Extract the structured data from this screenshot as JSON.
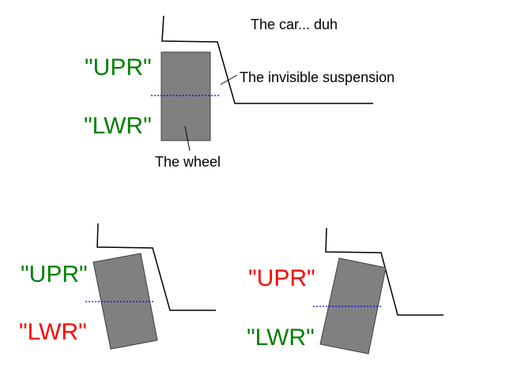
{
  "colors": {
    "ok": "#008000",
    "bad": "#ff0000",
    "wheel_fill": "#808080",
    "wheel_stroke": "#3c3c3c",
    "centerline": "#0000ff",
    "car_line": "#000000"
  },
  "annotations": {
    "car": "The car... duh",
    "suspension": "The invisible suspension",
    "wheel": "The wheel"
  },
  "panels": [
    {
      "id": "neutral",
      "upper_label": "\"UPR\"",
      "lower_label": "\"LWR\"",
      "upper_status": "ok",
      "lower_status": "ok"
    },
    {
      "id": "positive-camber",
      "upper_label": "\"UPR\"",
      "lower_label": "\"LWR\"",
      "upper_status": "ok",
      "lower_status": "bad"
    },
    {
      "id": "negative-camber",
      "upper_label": "\"UPR\"",
      "lower_label": "\"LWR\"",
      "upper_status": "bad",
      "lower_status": "ok"
    }
  ]
}
